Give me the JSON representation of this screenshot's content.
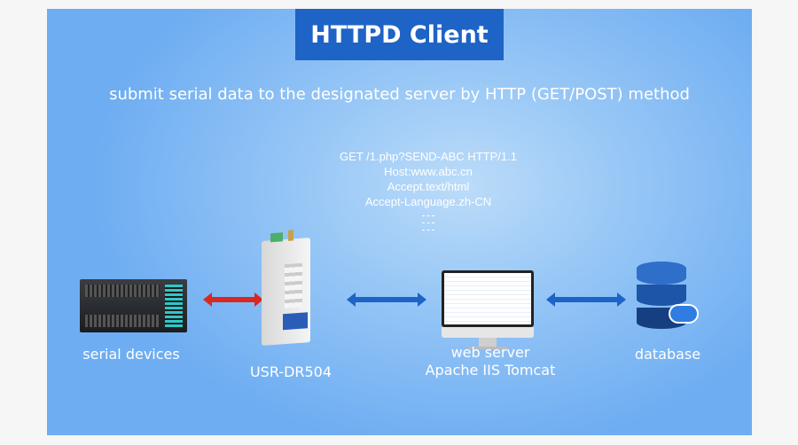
{
  "title": "HTTPD Client",
  "subtitle": "submit serial data to the designated server by HTTP (GET/POST) method",
  "request_lines": [
    "GET /1.php?SEND-ABC HTTP/1.1",
    "Host:www.abc.cn",
    "Accept.text/html",
    "Accept-Language.zh-CN"
  ],
  "nodes": {
    "serial": "serial devices",
    "device": "USR-DR504",
    "server_line1": "web server",
    "server_line2": "Apache IIS Tomcat",
    "database": "database"
  },
  "colors": {
    "title_bg": "#1e63c6",
    "arrow_red": "#d9281f",
    "arrow_blue": "#1e63c6"
  }
}
